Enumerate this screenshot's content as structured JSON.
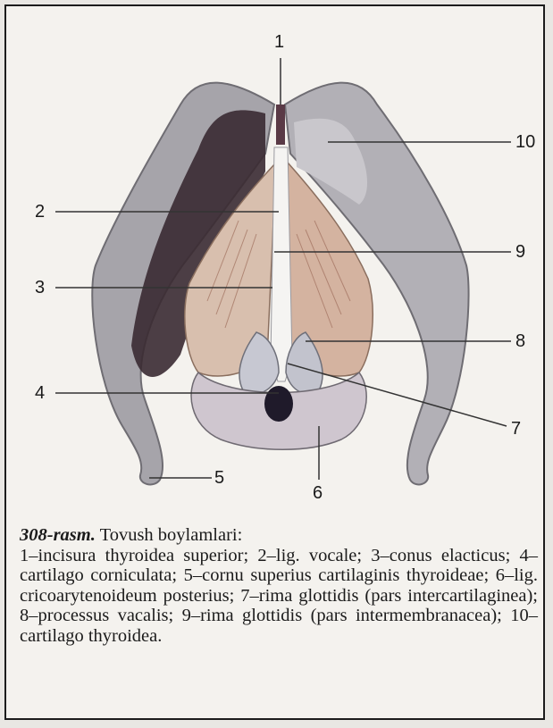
{
  "figure": {
    "labels": [
      "1",
      "2",
      "3",
      "4",
      "5",
      "6",
      "7",
      "8",
      "9",
      "10"
    ]
  },
  "caption": {
    "number": "308-rasm.",
    "title": " Tovush boylamlari:",
    "text": "1–incisura thyroidea superior; 2–lig. vocale; 3–conus elacticus; 4–cartilago corniculata; 5–cornu superius cartilaginis thyroideae; 6–lig. cricoarytenoideum posterius; 7–rima glottidis (pars intercartilaginea); 8–processus vacalis; 9–rima glottidis (pars intermembranacea); 10–cartilago thyroidea."
  }
}
